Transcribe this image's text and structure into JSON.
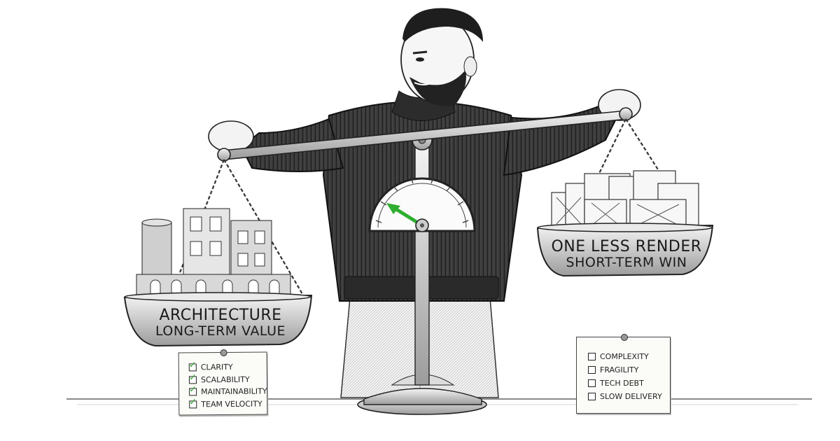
{
  "left_pan": {
    "title": "ARCHITECTURE",
    "subtitle": "LONG-TERM VALUE"
  },
  "right_pan": {
    "title": "ONE LESS RENDER",
    "subtitle": "SHORT-TERM WIN"
  },
  "left_note": {
    "items": [
      {
        "label": "CLARITY",
        "checked": true
      },
      {
        "label": "SCALABILITY",
        "checked": true
      },
      {
        "label": "MAINTAINABILITY",
        "checked": true
      },
      {
        "label": "TEAM VELOCITY",
        "checked": true
      }
    ]
  },
  "right_note": {
    "items": [
      {
        "label": "COMPLEXITY",
        "checked": false
      },
      {
        "label": "FRAGILITY",
        "checked": false
      },
      {
        "label": "TECH DEBT",
        "checked": false
      },
      {
        "label": "SLOW DELIVERY",
        "checked": false
      }
    ]
  },
  "colors": {
    "ink": "#1a1a1a",
    "needle": "#2fae2f",
    "check": "#2fae2f"
  },
  "icons": [
    "checkbox-icon",
    "checkmark-icon",
    "pushpin-icon",
    "scale-gauge-icon",
    "needle-icon"
  ]
}
